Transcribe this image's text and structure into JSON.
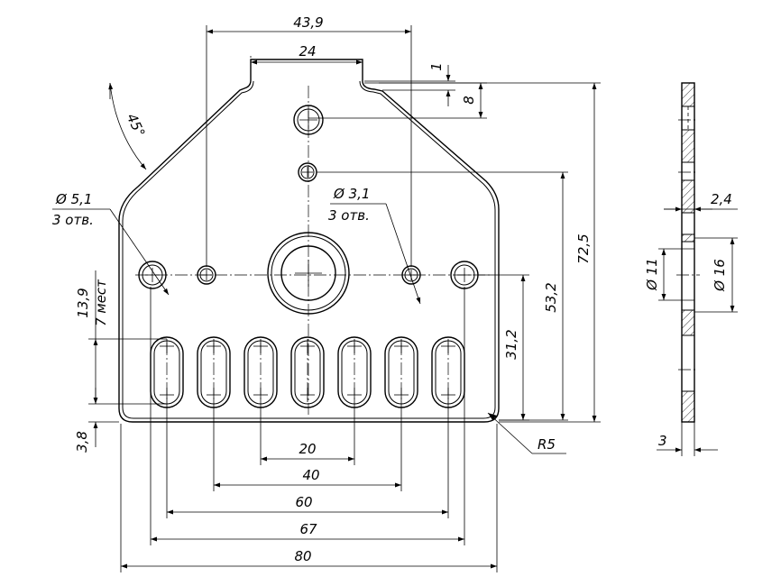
{
  "dimensions": {
    "top_width": "43,9",
    "tab_width": "24",
    "notch_depth": "1",
    "tab_height": "8",
    "chamfer_angle": "45°",
    "big_hole_dia": "Ø 5,1",
    "big_hole_count": "3 отв.",
    "small_hole_dia": "Ø 3,1",
    "small_hole_count": "3 отв.",
    "total_height": "72,5",
    "center_height": "53,2",
    "hole_row_height": "31,2",
    "slot_length": "13,9",
    "slot_count": "7 мест",
    "bottom_offset": "3,8",
    "corner_radius": "R5",
    "span_20": "20",
    "span_40": "40",
    "span_60": "60",
    "span_67": "67",
    "span_80": "80",
    "side_thickness": "2,4",
    "boss_inner_dia": "Ø 11",
    "boss_outer_dia": "Ø 16",
    "plate_thickness": "3"
  }
}
